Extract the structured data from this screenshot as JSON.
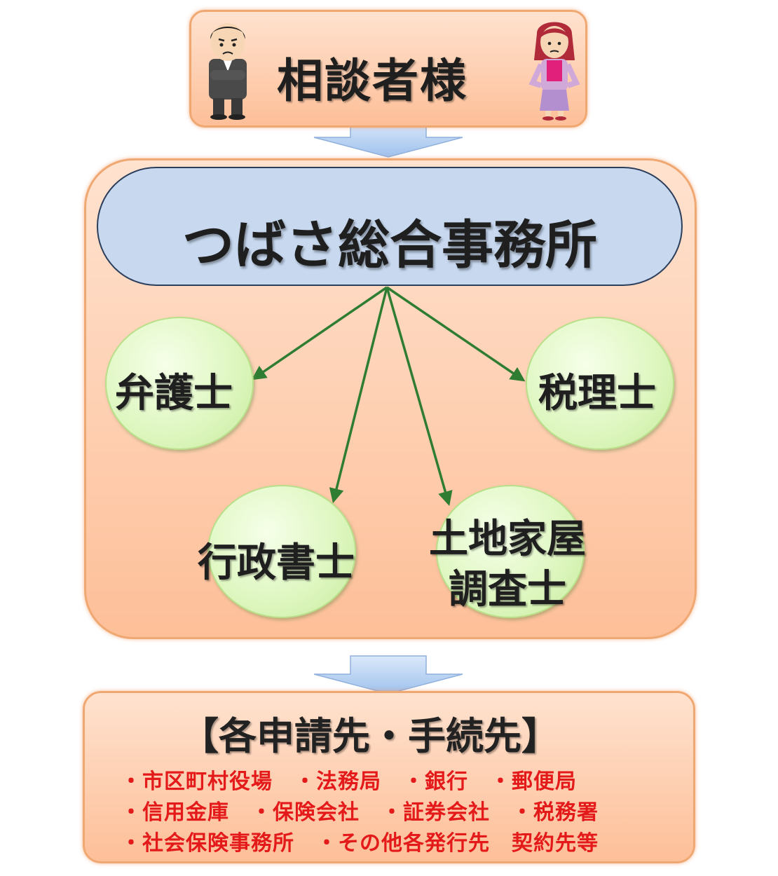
{
  "client": {
    "title": "相談者様"
  },
  "office": {
    "title": "つばさ総合事務所"
  },
  "professionals": {
    "lawyer": "弁護士",
    "tax_accountant": "税理士",
    "administrative_scrivener": "行政書士",
    "land_surveyor_line1": "土地家屋",
    "land_surveyor_line2": "調査士"
  },
  "destinations": {
    "title": "【各申請先・手続先】",
    "line1": "・市区町村役場　・法務局　・銀行　・郵便局",
    "line2": "・信用金庫　・保険会社　・証券会社　・税務署",
    "line3": "・社会保険事務所　・その他各発行先　契約先等"
  },
  "colors": {
    "box_fill": "#fdbf98",
    "box_border": "#f0a873",
    "pill_fill": "#c7d8ef",
    "circle_fill": "#dff7c2",
    "arrow_green": "#2f7d32",
    "flow_arrow": "#a9c8f0",
    "destination_text": "#e41a1a"
  }
}
